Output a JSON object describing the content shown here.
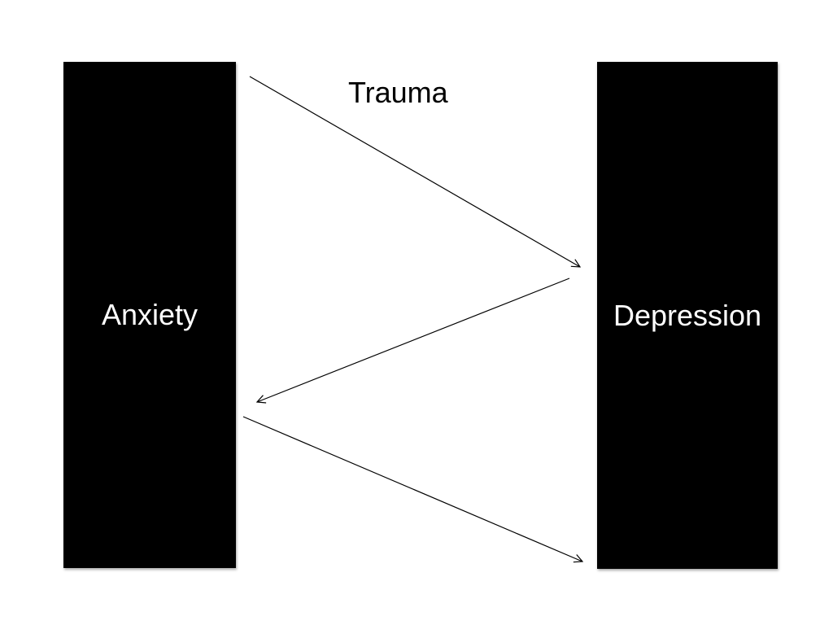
{
  "diagram": {
    "nodes": [
      {
        "id": "anxiety",
        "label": "Anxiety"
      },
      {
        "id": "depression",
        "label": "Depression"
      }
    ],
    "edges": [
      {
        "from": "anxiety",
        "to": "depression",
        "label": "Trauma"
      },
      {
        "from": "depression",
        "to": "anxiety",
        "label": ""
      },
      {
        "from": "anxiety",
        "to": "depression",
        "label": ""
      }
    ],
    "colors": {
      "box": "#000000",
      "box_text": "#ffffff",
      "background": "#ffffff",
      "arrow": "#000000"
    }
  }
}
